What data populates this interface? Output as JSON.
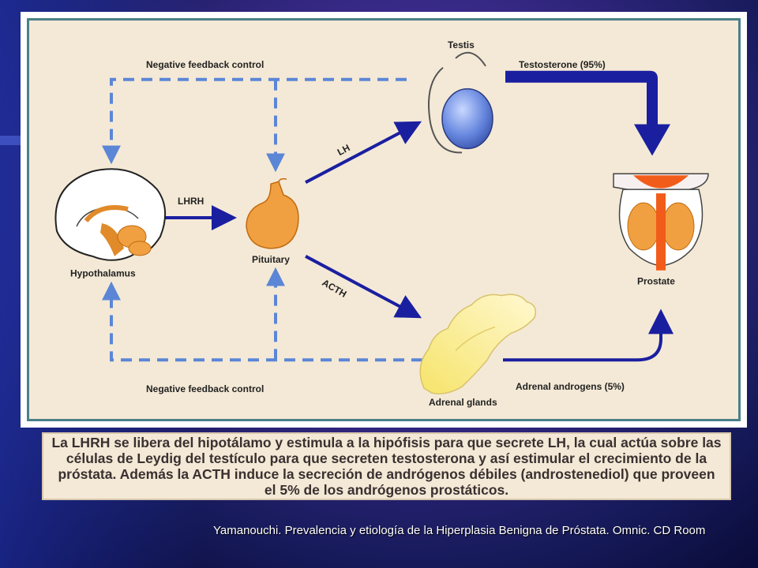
{
  "diagram": {
    "labels": {
      "neg_top": "Negative feedback control",
      "neg_bottom": "Negative feedback control",
      "testis": "Testis",
      "testosterone": "Testosterone (95%)",
      "lh": "LH",
      "lhrh": "LHRH",
      "hypothalamus": "Hypothalamus",
      "pituitary": "Pituitary",
      "acth": "ACTH",
      "prostate": "Prostate",
      "adrenal_glands": "Adrenal glands",
      "adrenal_androgens": "Adrenal androgens (5%)"
    },
    "colors": {
      "arrow": "#1a1fa0",
      "dashed": "#5b86d6",
      "organ_orange": "#f0a040",
      "testis_blue": "#6a8ae0",
      "adrenal_yellow": "#f8ef9a"
    }
  },
  "caption": "La LHRH se libera del hipotálamo y estimula a la hipófisis para que secrete LH, la cual actúa sobre las células de Leydig del testículo para que secreten testosterona y así estimular el crecimiento de la próstata. Además la ACTH induce la secreción de andrógenos débiles (androstenediol) que proveen el 5% de los andrógenos prostáticos.",
  "citation": "Yamanouchi. Prevalencia y etiología de la Hiperplasia Benigna de Próstata. Omnic. CD Room"
}
